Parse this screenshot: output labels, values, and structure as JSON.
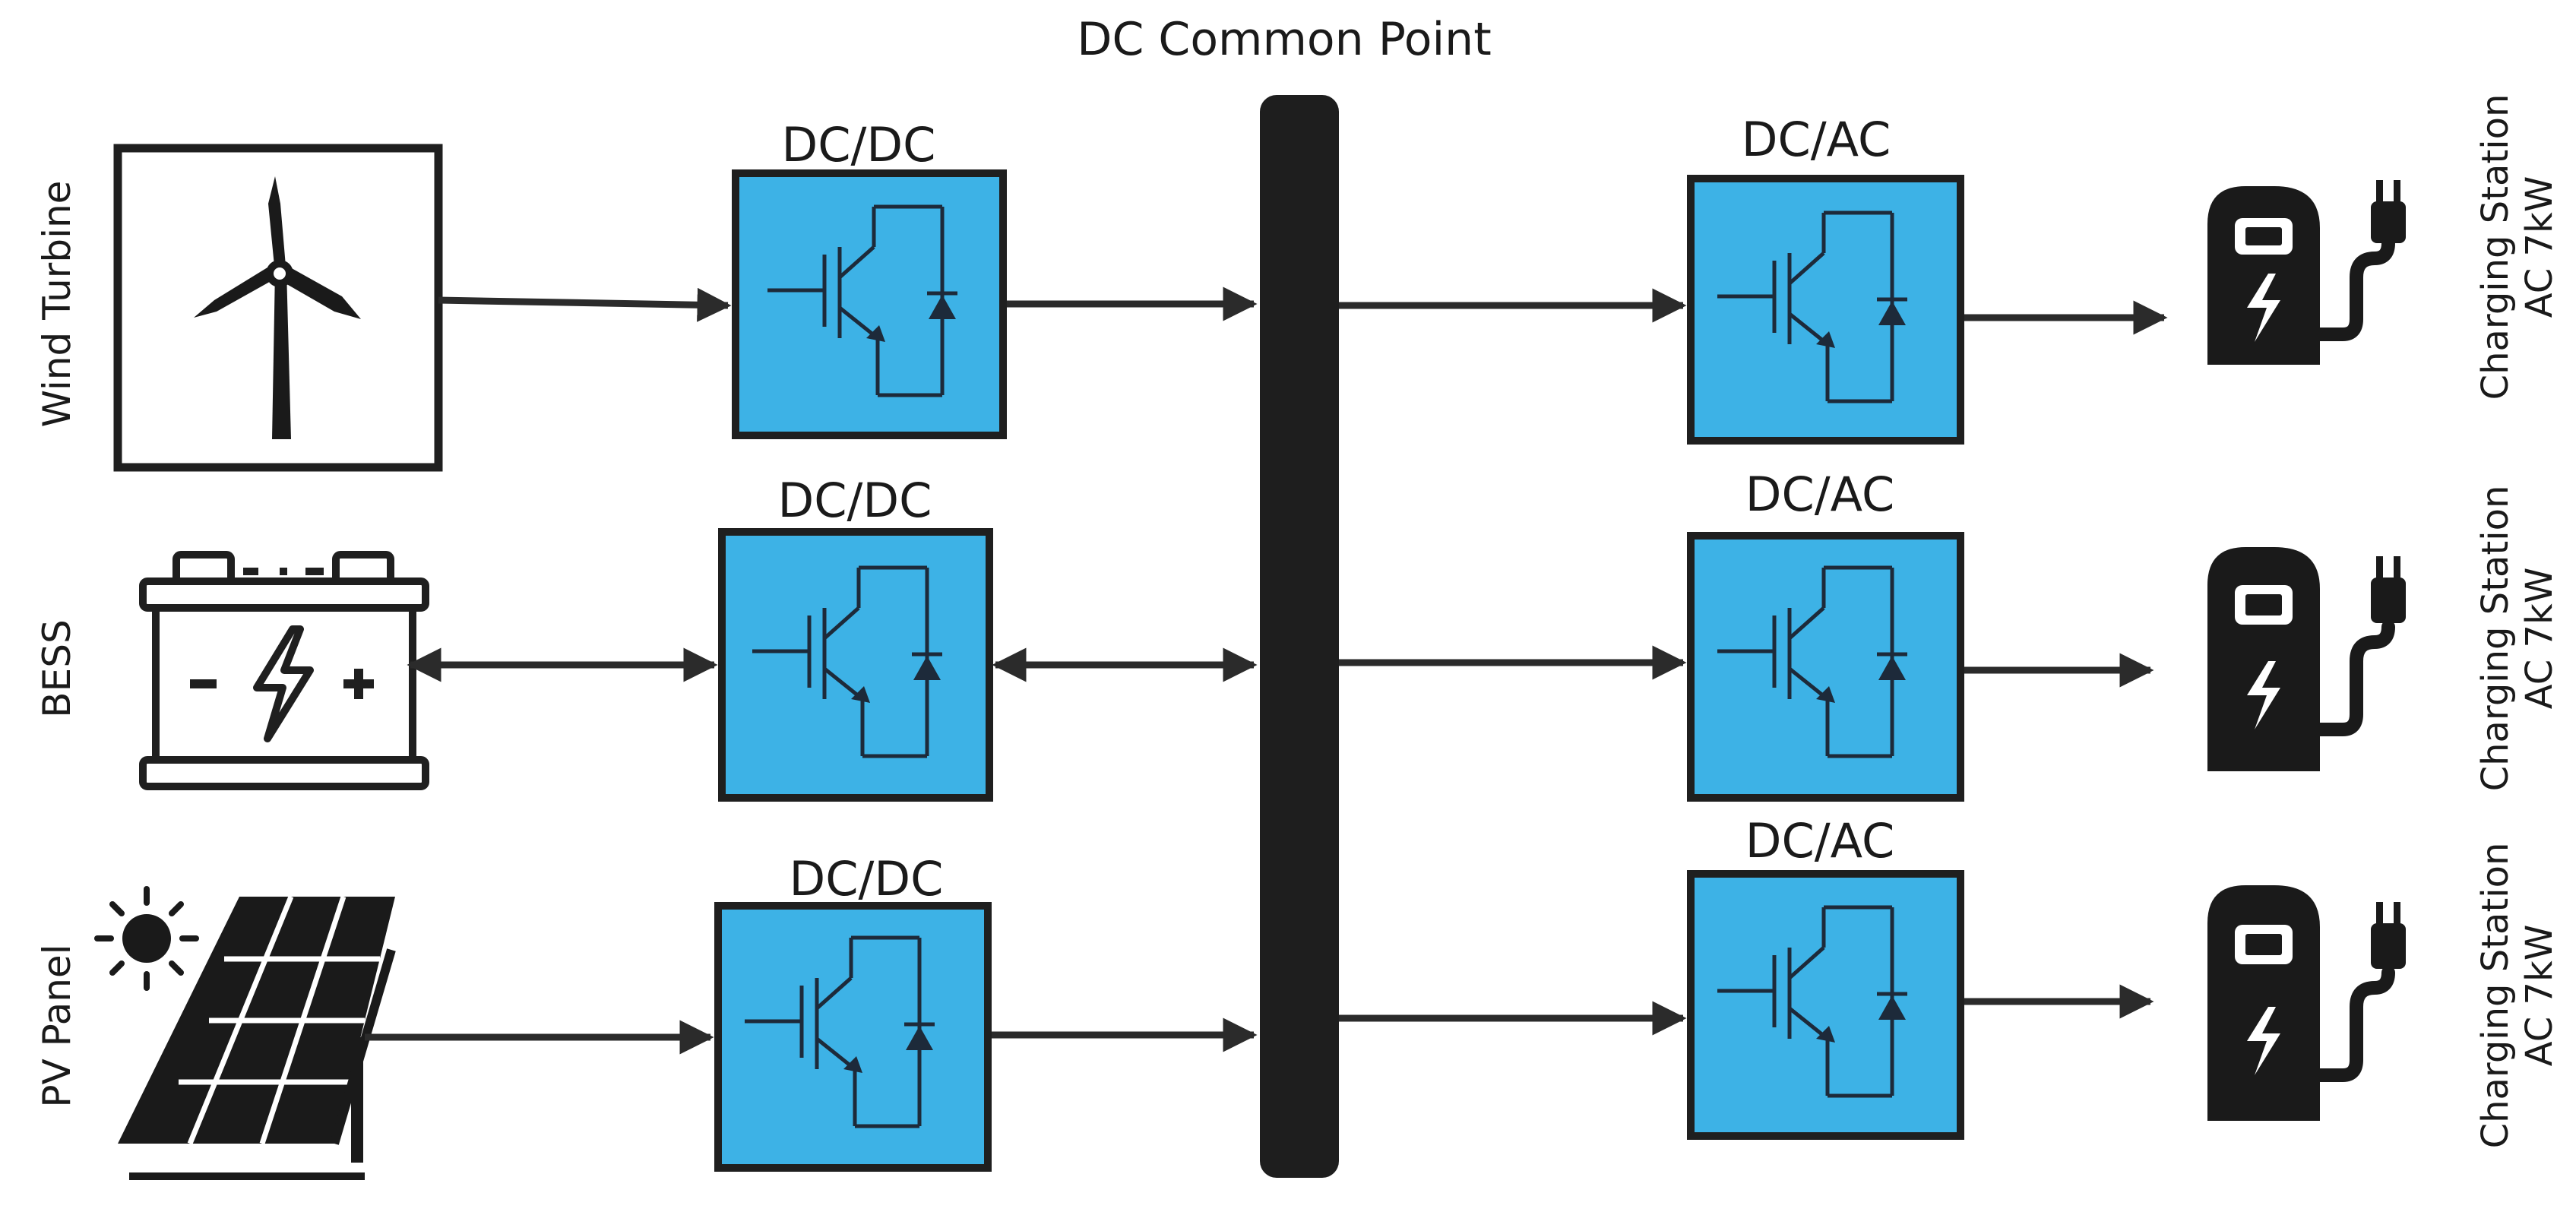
{
  "bus": {
    "label": "DC Common Point"
  },
  "sources": [
    {
      "id": "wind",
      "label": "Wind Turbine",
      "icon": "wind-turbine-icon"
    },
    {
      "id": "bess",
      "label": "BESS",
      "icon": "battery-icon"
    },
    {
      "id": "pv",
      "label": "PV Panel",
      "icon": "solar-panel-icon"
    }
  ],
  "dcdc_converters": [
    {
      "label": "DC/DC",
      "flow": "unidirectional"
    },
    {
      "label": "DC/DC",
      "flow": "bidirectional"
    },
    {
      "label": "DC/DC",
      "flow": "unidirectional"
    }
  ],
  "dcac_converters": [
    {
      "label": "DC/AC"
    },
    {
      "label": "DC/AC"
    },
    {
      "label": "DC/AC"
    }
  ],
  "loads": [
    {
      "line1": "Charging Station",
      "line2": "AC 7kW",
      "icon": "ev-charger-icon"
    },
    {
      "line1": "Charging Station",
      "line2": "AC 7kW",
      "icon": "ev-charger-icon"
    },
    {
      "line1": "Charging Station",
      "line2": "AC 7kW",
      "icon": "ev-charger-icon"
    }
  ],
  "colors": {
    "converter_fill": "#3db2e6",
    "outline": "#1f1f1f",
    "symbol": "#1d2a3a"
  }
}
